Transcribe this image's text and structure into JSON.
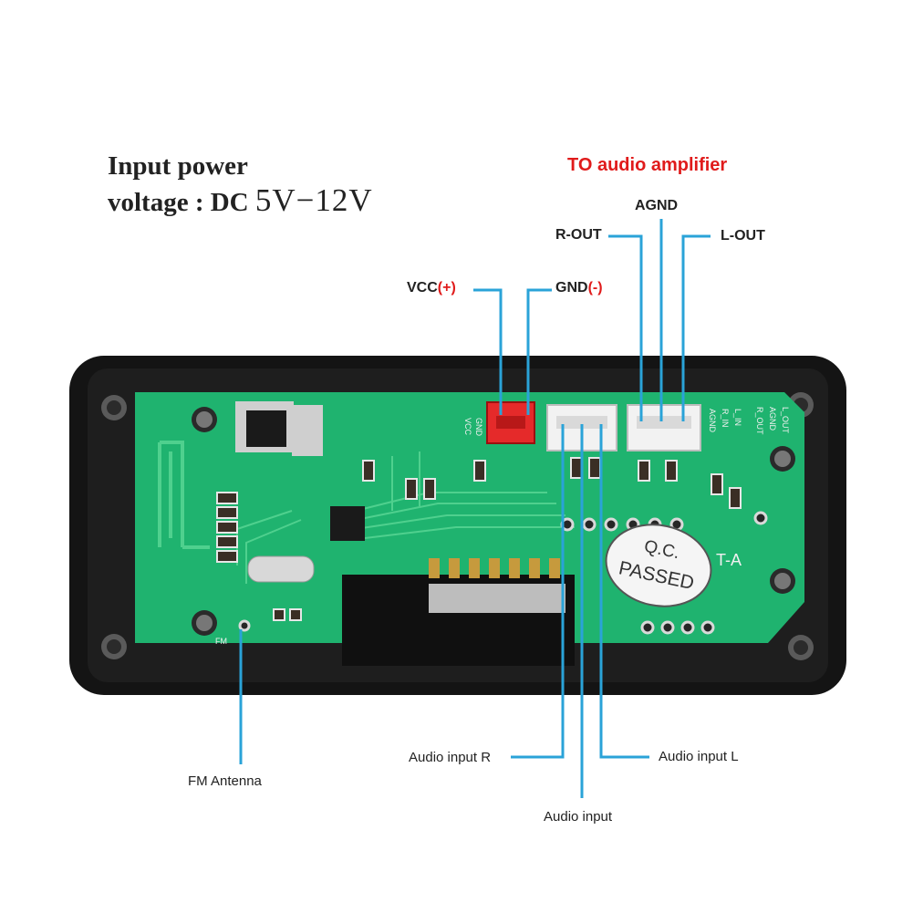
{
  "header": {
    "power_label_line1": "Input power",
    "power_label_line2": "voltage : DC",
    "power_range": "5V−12V"
  },
  "amplifier_label": "TO audio amplifier",
  "callouts": {
    "agnd": "AGND",
    "r_out": "R-OUT",
    "l_out": "L-OUT",
    "vcc": "VCC",
    "vcc_sign": "(+)",
    "gnd": "GND",
    "gnd_sign": "(-)",
    "audio_input_r": "Audio input R",
    "audio_input_l": "Audio input L",
    "audio_input": "Audio input",
    "fm_antenna": "FM Antenna"
  },
  "board": {
    "stamp_line1": "Q.C.",
    "stamp_line2": "PASSED",
    "silk_vcc": "VCC",
    "silk_gnd": "GND",
    "silk_fm": "FM",
    "silk_r_out": "R_OUT",
    "silk_agnd": "AGND",
    "silk_l_out": "L_OUT",
    "silk_agnd2": "AGND",
    "silk_r_in": "R_IN",
    "silk_l_in": "L_IN",
    "silk_variant": "T-A"
  },
  "colors": {
    "leader_line": "#2aa3d8",
    "pcb_green": "#1fb36f",
    "frame_black": "#141414",
    "accent_red": "#e01b1b"
  }
}
